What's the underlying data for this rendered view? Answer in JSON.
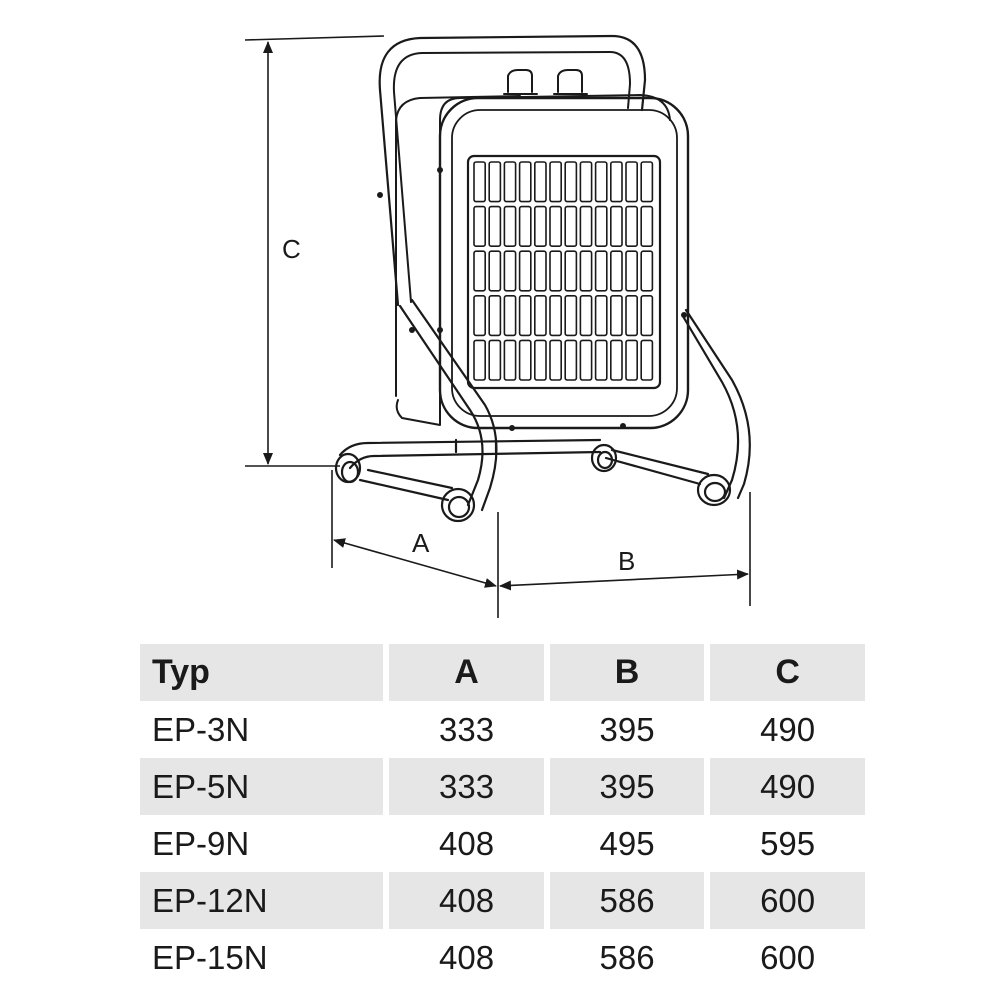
{
  "dimension_labels": {
    "a": "A",
    "b": "B",
    "c": "C"
  },
  "table": {
    "headers": [
      "Typ",
      "A",
      "B",
      "C"
    ],
    "rows": [
      {
        "typ": "EP-3N",
        "a": "333",
        "b": "395",
        "c": "490"
      },
      {
        "typ": "EP-5N",
        "a": "333",
        "b": "395",
        "c": "490"
      },
      {
        "typ": "EP-9N",
        "a": "408",
        "b": "495",
        "c": "595"
      },
      {
        "typ": "EP-12N",
        "a": "408",
        "b": "586",
        "c": "600"
      },
      {
        "typ": "EP-15N",
        "a": "408",
        "b": "586",
        "c": "600"
      }
    ]
  }
}
